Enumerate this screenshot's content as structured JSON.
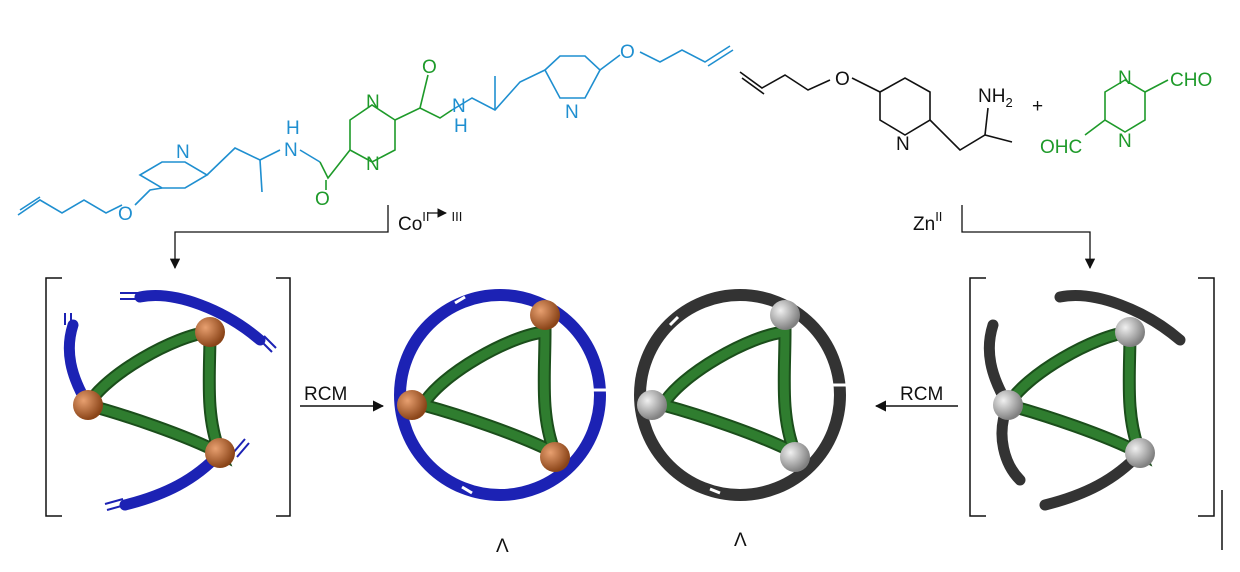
{
  "ligand_left": {
    "n_py1": "N",
    "o1": "O",
    "nh1_h": "H",
    "nh1_n": "N",
    "o_amide1": "O",
    "n_pz1": "N",
    "n_pz2": "N",
    "o_amide2": "O",
    "nh2_n": "N",
    "nh2_h": "H",
    "n_py2": "N",
    "o2": "O"
  },
  "ligand_right": {
    "o": "O",
    "n_py": "N",
    "nh2": "NH",
    "nh2_sub": "2",
    "plus": "+",
    "n_pz1": "N",
    "n_pz2": "N",
    "cho": "CHO",
    "ohc": "OHC"
  },
  "reagents": {
    "co": "Co",
    "co_from": "II",
    "co_to": "III",
    "zn": "Zn",
    "zn_ox": "II",
    "rcm_left": "RCM",
    "rcm_right": "RCM"
  },
  "labels": {
    "lambda_left": "Λ",
    "lambda_right": "Λ"
  },
  "colors": {
    "ligand_blue": "#1f8fd0",
    "pyrazine_green": "#1e9a2a",
    "tube_blue": "#1c22b4",
    "tube_green": "#2f7d2f",
    "metal_co": "#b4622c",
    "metal_zn": "#b0b0b0",
    "tube_black": "#333333"
  }
}
